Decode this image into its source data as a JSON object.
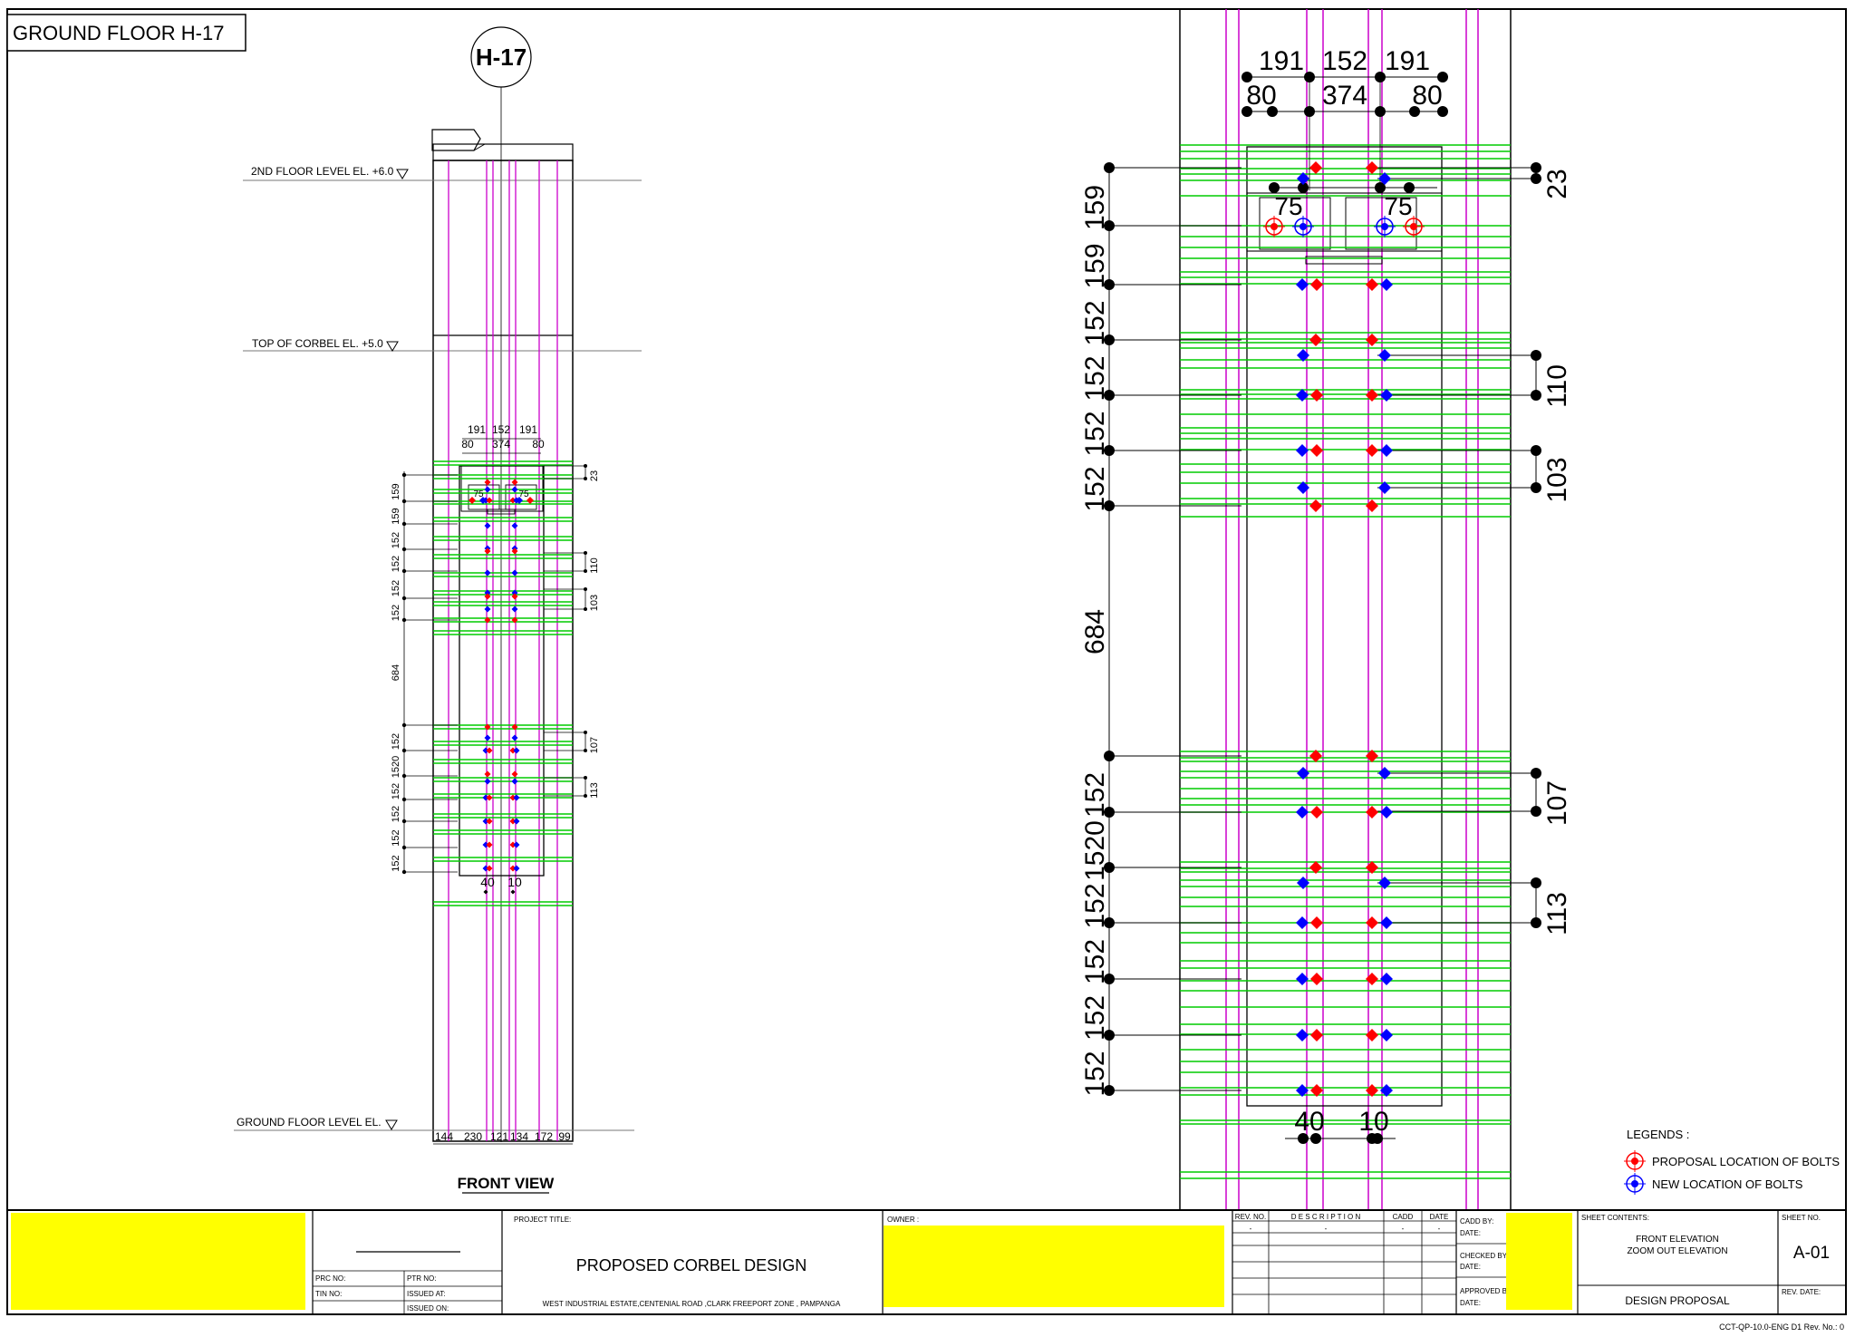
{
  "sheet_label": "GROUND FLOOR H-17",
  "grid_tag": "H-17",
  "levels": {
    "second_floor": "2ND FLOOR LEVEL EL. +6.0",
    "top_of_corbel": "TOP OF CORBEL EL. +5.0",
    "ground_floor": "GROUND FLOOR LEVEL  EL."
  },
  "view_title": "FRONT VIEW",
  "dims": {
    "top_row1": [
      "191",
      "152",
      "191"
    ],
    "top_row2": [
      "80",
      "374",
      "80"
    ],
    "small75": "75",
    "spacing_upper": [
      "159",
      "159",
      "152",
      "152",
      "152",
      "152"
    ],
    "gap": "684",
    "spacing_lower": [
      "152",
      "1520",
      "152",
      "152",
      "152",
      "152"
    ],
    "right_upper": [
      "23",
      "110",
      "103"
    ],
    "right_lower": [
      "107",
      "113"
    ],
    "bottom_offsets": [
      "40",
      "10"
    ],
    "base_widths": [
      "144",
      "230",
      "121",
      "134",
      "172",
      "99"
    ]
  },
  "legend": {
    "title": "LEGENDS :",
    "items": [
      {
        "label": "PROPOSAL LOCATION OF BOLTS",
        "color": "#ff0000"
      },
      {
        "label": "NEW LOCATION OF BOLTS",
        "color": "#0000ff"
      }
    ]
  },
  "title_block": {
    "prc_no": "PRC NO:",
    "ptr_no": "PTR NO:",
    "tin_no": "TIN NO:",
    "issued_at": "ISSUED AT:",
    "issued_on": "ISSUED ON:",
    "project_title_label": "PROJECT TITLE:",
    "project_title": "PROPOSED CORBEL DESIGN",
    "project_address": "WEST INDUSTRIAL ESTATE,CENTENIAL ROAD ,CLARK FREEPORT ZONE , PAMPANGA",
    "owner_label": "OWNER :",
    "rev_headers": [
      "REV. NO.",
      "D E S C R I P T I O N",
      "CADD",
      "DATE"
    ],
    "rev_row": [
      "-",
      "-",
      "-",
      "-"
    ],
    "cadd_by": "CADD BY:",
    "date": "DATE:",
    "checked_by": "CHECKED BY:",
    "approved_by": "APPROVED BY:",
    "sheet_contents_label": "SHEET CONTENTS:",
    "sheet_contents": [
      "FRONT ELEVATION",
      "ZOOM OUT ELEVATION"
    ],
    "status": "DESIGN PROPOSAL",
    "sheet_no_label": "SHEET NO.",
    "sheet_no": "A-01",
    "rev_date_label": "REV. DATE:",
    "form_code": "CCT-QP-10.0-ENG D1 Rev. No.: 0"
  },
  "colors": {
    "line": "#000000",
    "magenta": "#cc00cc",
    "green": "#00cc00",
    "red": "#ff0000",
    "blue": "#0000ff",
    "highlight": "#ffff00"
  }
}
